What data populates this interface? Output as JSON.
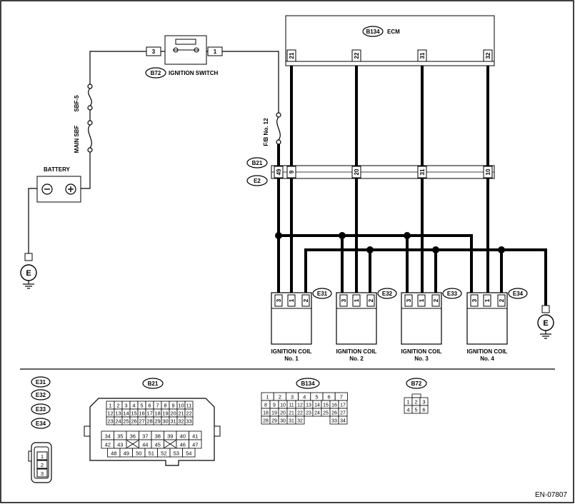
{
  "ecm": {
    "code": "B134",
    "name": "ECM",
    "pins": [
      "21",
      "22",
      "31",
      "32"
    ]
  },
  "ignition_switch": {
    "code": "B72",
    "name": "IGNITION SWITCH",
    "pin_left": "3",
    "pin_right": "1"
  },
  "fuses": {
    "sbf5": "SBF-5",
    "main_sbf": "MAIN SBF",
    "fb12": "F/B No. 12"
  },
  "battery": {
    "label": "BATTERY"
  },
  "ground": {
    "symbol": "E"
  },
  "harness": {
    "code_top": "B21",
    "code_bottom": "E2",
    "pins": [
      "49",
      "9",
      "20",
      "31",
      "10"
    ]
  },
  "coils": [
    {
      "code": "E31",
      "pins": [
        "3",
        "1",
        "2"
      ],
      "label1": "IGNITION COIL",
      "label2": "No. 1"
    },
    {
      "code": "E32",
      "pins": [
        "3",
        "1",
        "2"
      ],
      "label1": "IGNITION COIL",
      "label2": "No. 2"
    },
    {
      "code": "E33",
      "pins": [
        "3",
        "1",
        "2"
      ],
      "label1": "IGNITION COIL",
      "label2": "No. 3"
    },
    {
      "code": "E34",
      "pins": [
        "3",
        "1",
        "2"
      ],
      "label1": "IGNITION COIL",
      "label2": "No. 4"
    }
  ],
  "legend": {
    "coil_codes": [
      "E31",
      "E32",
      "E33",
      "E34"
    ],
    "coil_connector_pins": [
      "1",
      "2",
      "3"
    ],
    "b21": {
      "code": "B21",
      "top_rows": [
        [
          "1",
          "2",
          "3",
          "4",
          "5",
          "6",
          "7",
          "8",
          "9",
          "10",
          "11"
        ],
        [
          "12",
          "13",
          "14",
          "15",
          "16",
          "17",
          "18",
          "19",
          "20",
          "21",
          "22"
        ],
        [
          "23",
          "24",
          "25",
          "26",
          "27",
          "28",
          "29",
          "30",
          "31",
          "32",
          "33"
        ]
      ],
      "bottom_rows": [
        [
          "34",
          "35",
          "36",
          "37",
          "38",
          "39",
          "40",
          "41"
        ],
        [
          "42",
          "43",
          "",
          "44",
          "45",
          "",
          "46",
          "47"
        ],
        [
          "48",
          "49",
          "50",
          "51",
          "52",
          "53",
          "54"
        ]
      ]
    },
    "b134": {
      "code": "B134",
      "rows": [
        [
          "1",
          "2",
          "3",
          "4",
          "5",
          "6",
          "7"
        ],
        [
          "8",
          "9",
          "10",
          "11",
          "12",
          "13",
          "14",
          "15",
          "16",
          "17"
        ],
        [
          "18",
          "19",
          "20",
          "21",
          "22",
          "23",
          "24",
          "25",
          "26",
          "27"
        ],
        [
          "28",
          "29",
          "30",
          "31",
          "32",
          "",
          "",
          "",
          "33",
          "34"
        ]
      ]
    },
    "b72": {
      "code": "B72",
      "rows": [
        [
          "1",
          "2",
          "3"
        ],
        [
          "4",
          "5",
          "6"
        ]
      ]
    }
  },
  "figure_id": "EN-07807"
}
